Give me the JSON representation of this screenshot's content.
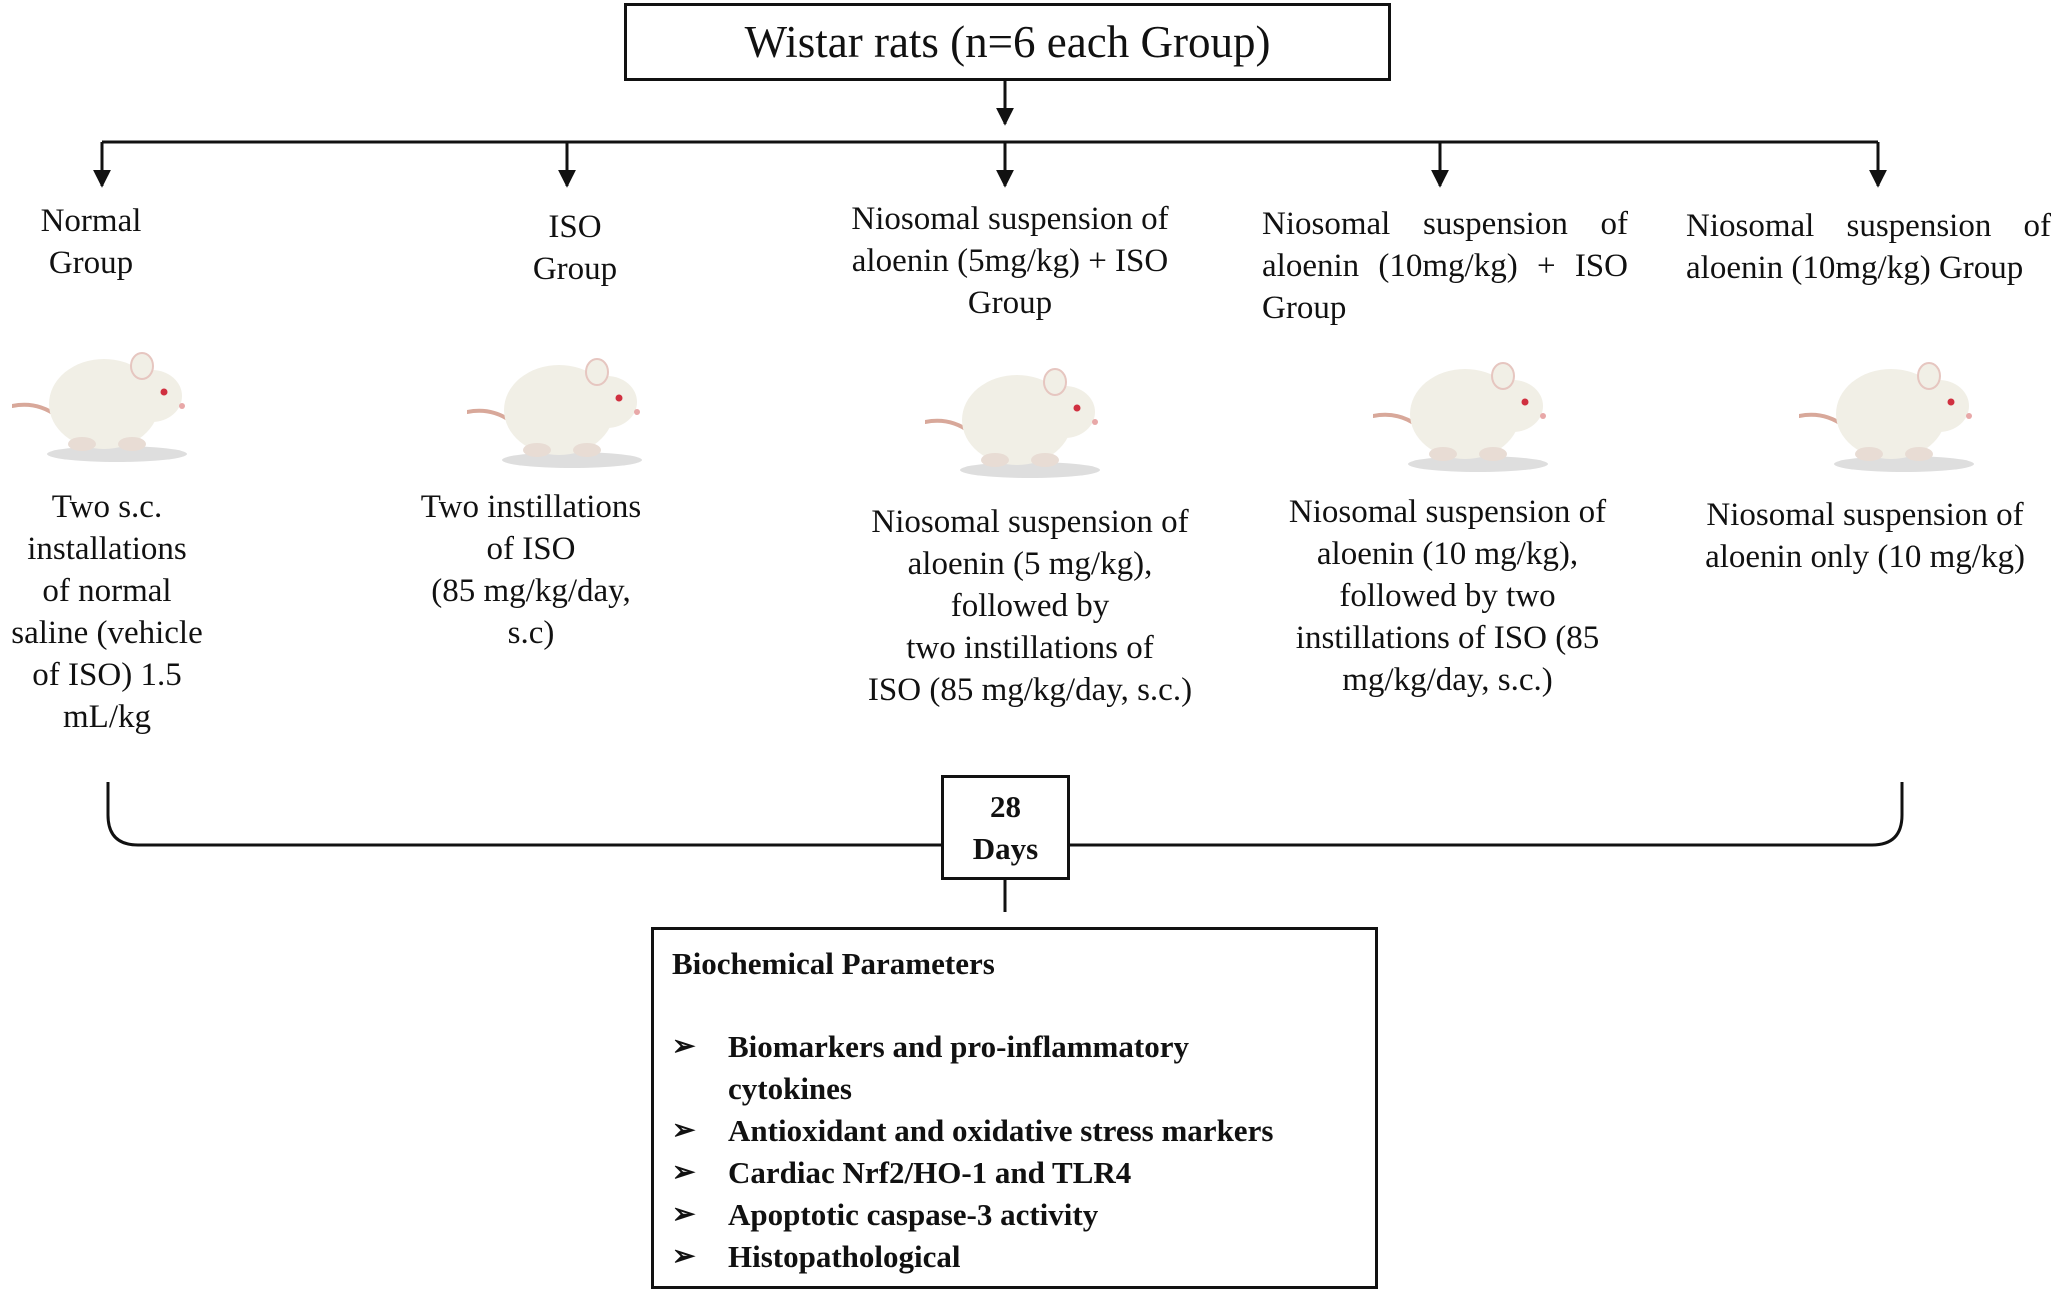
{
  "title": "Wistar rats (n=6 each Group)",
  "groups": [
    {
      "heading_lines": [
        "Normal",
        "Group"
      ],
      "description_lines": [
        "Two s.c.",
        "installations",
        "of normal",
        "saline (vehicle",
        "of ISO) 1.5",
        "mL/kg"
      ]
    },
    {
      "heading_lines": [
        "ISO",
        "Group"
      ],
      "description_lines": [
        "Two instillations",
        "of ISO",
        "(85 mg/kg/day,",
        "s.c)"
      ]
    },
    {
      "heading_lines": [
        "Niosomal suspension of",
        "aloenin (5mg/kg) + ISO",
        "Group"
      ],
      "description_lines": [
        "Niosomal suspension of",
        "aloenin (5 mg/kg),",
        "followed by",
        "two instillations of",
        "ISO (85 mg/kg/day, s.c.)"
      ]
    },
    {
      "heading_lines": [
        "Niosomal suspension of",
        "aloenin (10mg/kg) + ISO",
        "Group"
      ],
      "description_lines": [
        "Niosomal suspension of",
        "aloenin (10 mg/kg),",
        "followed by two",
        "instillations of ISO (85",
        "mg/kg/day, s.c.)"
      ]
    },
    {
      "heading_lines": [
        "Niosomal suspension of",
        "aloenin (10mg/kg) Group"
      ],
      "description_lines": [
        "Niosomal suspension of",
        "aloenin only (10 mg/kg)"
      ]
    }
  ],
  "duration": {
    "number": "28",
    "unit": "Days"
  },
  "parameters": {
    "title": "Biochemical Parameters",
    "items": [
      [
        "Biomarkers and pro-inflammatory",
        "cytokines"
      ],
      [
        "Antioxidant and oxidative stress markers"
      ],
      [
        "Cardiac Nrf2/HO-1 and TLR4"
      ],
      [
        "Apoptotic caspase-3 activity"
      ],
      [
        "Histopathological"
      ]
    ]
  },
  "icons": {
    "group_image": "white-rat-icon",
    "bullet": "arrowhead-bullet-icon",
    "bullet_glyph": "➢"
  },
  "colors": {
    "line": "#111111",
    "rat_fur": "#f1efe6",
    "rat_eye": "#d03040"
  }
}
